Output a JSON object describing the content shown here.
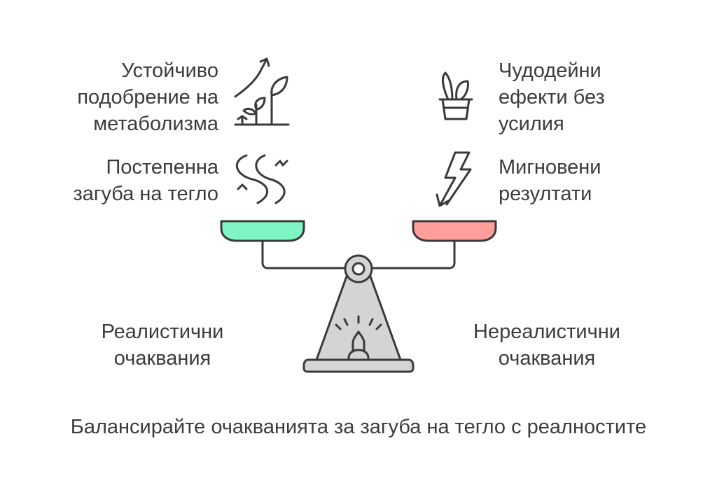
{
  "left_items": [
    {
      "lines": [
        "Устойчиво",
        "подобрение на",
        "метаболизма"
      ],
      "icon": "plant-growth-icon"
    },
    {
      "lines": [
        "Постепенна",
        "загуба на тегло"
      ],
      "icon": "winding-path-icon"
    }
  ],
  "right_items": [
    {
      "lines": [
        "Чудодейни",
        "ефекти без",
        "усилия"
      ],
      "icon": "magic-hat-icon"
    },
    {
      "lines": [
        "Мигновени",
        "резултати"
      ],
      "icon": "lightning-icon"
    }
  ],
  "left_label": {
    "lines": [
      "Реалистични",
      "очаквания"
    ]
  },
  "right_label": {
    "lines": [
      "Нереалистични",
      "очаквания"
    ]
  },
  "caption": "Балансирайте очакванията за загуба на тегло с реалностите",
  "colors": {
    "left_pan": "#7ef5c2",
    "right_pan": "#ff9e9a",
    "stroke": "#3a3a3a",
    "base_fill": "#d4d4d4"
  }
}
